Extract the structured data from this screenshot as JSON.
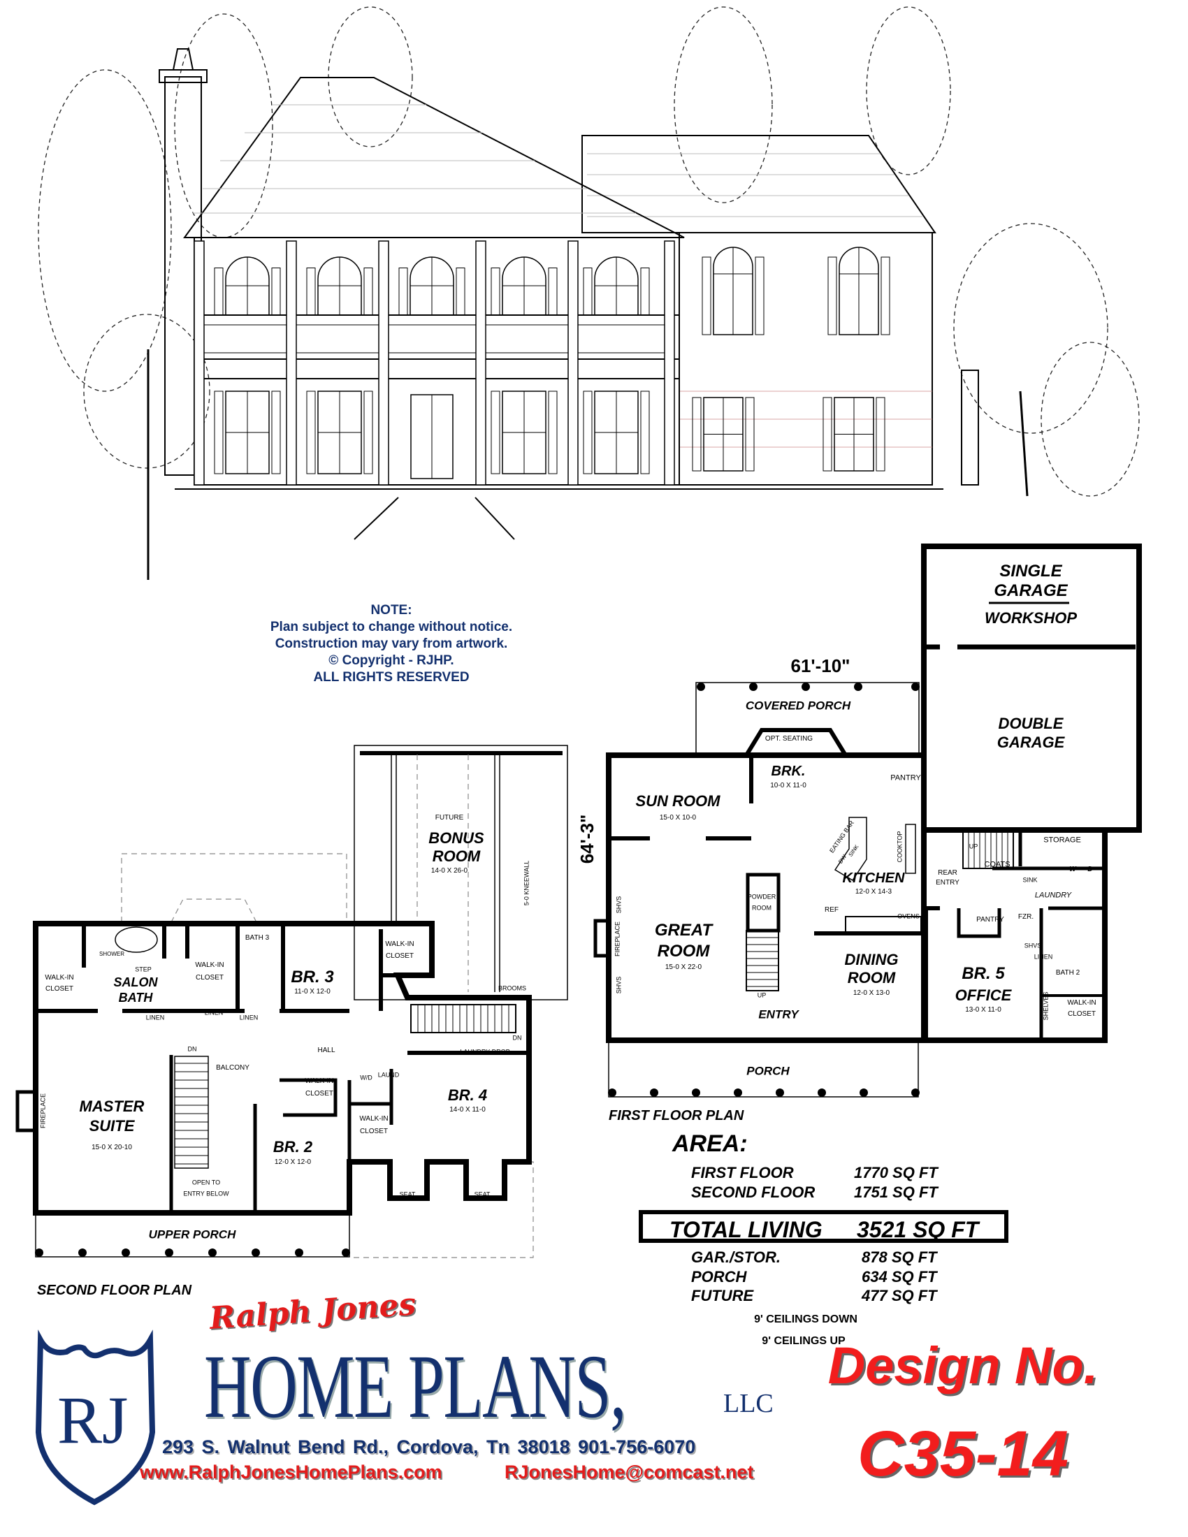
{
  "note": {
    "heading": "NOTE:",
    "lines": [
      "Plan subject to change without notice.",
      "Construction may vary from artwork.",
      "© Copyright - RJHP.",
      "ALL RIGHTS RESERVED"
    ]
  },
  "first_floor": {
    "title": "FIRST FLOOR PLAN",
    "labels": [
      "SINGLE",
      "GARAGE",
      "WORKSHOP",
      "61'-10\"",
      "COVERED PORCH",
      "OPT. SEATING",
      "BRK.",
      "10-0 X 11-0",
      "DOUBLE",
      "GARAGE",
      "PANTRY",
      "SUN ROOM",
      "15-0 X 10-0",
      "64'-3\"",
      "STORAGE",
      "COATS",
      "REAR",
      "ENTRY",
      "KITCHEN",
      "12-0 X 14-3",
      "LAUNDRY",
      "COOKTOP",
      "EATING BAR",
      "SINK",
      "W",
      "D",
      "POWDER",
      "ROOM",
      "REF",
      "OVENS",
      "GREAT",
      "ROOM",
      "15-0 X 22-0",
      "FIREPLACE",
      "SHVS",
      "SHVS",
      "PANTRY",
      "FZR.",
      "SHVS",
      "LINEN",
      "DINING",
      "ROOM",
      "12-0 X 13-0",
      "BR. 5",
      "OFFICE",
      "13-0 X 11-0",
      "BATH 2",
      "WALK-IN",
      "CLOSET",
      "SHELVES",
      "UP",
      "ENTRY",
      "UP",
      "PORCH",
      "SINK",
      "DW"
    ]
  },
  "second_floor": {
    "title": "SECOND FLOOR PLAN",
    "labels": [
      "FUTURE",
      "BONUS",
      "ROOM",
      "14-0 X 26-0",
      "5-0 KNEEWALL",
      "BATH 3",
      "WALK-IN",
      "CLOSET",
      "SHOWER",
      "STEP",
      "WALK-IN",
      "CLOSET",
      "WALK-IN",
      "CLOSET",
      "SALON",
      "BATH",
      "BR. 3",
      "11-0 X 12-0",
      "BROOMS",
      "LINEN",
      "LINEN",
      "LINEN",
      "HALL",
      "DN",
      "BALCONY",
      "LAUNDRY DROP",
      "DN",
      "W/D",
      "LAUND",
      "WALK-IN",
      "CLOSET",
      "BR. 4",
      "14-0 X 11-0",
      "MASTER",
      "SUITE",
      "15-0 X 20-10",
      "WALK-IN",
      "CLOSET",
      "BR. 2",
      "12-0 X 12-0",
      "OPEN TO",
      "ENTRY BELOW",
      "SEAT",
      "SEAT",
      "UPPER PORCH",
      "FIREPLACE"
    ]
  },
  "area": {
    "title": "AREA:",
    "rows": [
      {
        "label": "FIRST FLOOR",
        "value": "1770 SQ FT"
      },
      {
        "label": "SECOND FLOOR",
        "value": "1751 SQ FT"
      }
    ],
    "total": {
      "label": "TOTAL LIVING",
      "value": "3521 SQ FT"
    },
    "extra_rows": [
      {
        "label": "GAR./STOR.",
        "value": "878 SQ FT"
      },
      {
        "label": "PORCH",
        "value": "634 SQ FT"
      },
      {
        "label": "FUTURE",
        "value": "477 SQ FT"
      }
    ],
    "ceilings": [
      "9' CEILINGS DOWN",
      "9' CEILINGS UP"
    ]
  },
  "company": {
    "monogram": "RJ",
    "script_name": "Ralph Jones",
    "name": "HOME PLANS,",
    "suffix": "LLC",
    "address": "293 S. Walnut Bend  Rd., Cordova, Tn  38018  901-756-6070",
    "website": "www.RalphJonesHomePlans.com",
    "email": "RJonesHome@comcast.net",
    "navy": "#13306e",
    "red": "#e31b1b"
  },
  "design": {
    "label": "Design No.",
    "number": "C35-14"
  }
}
